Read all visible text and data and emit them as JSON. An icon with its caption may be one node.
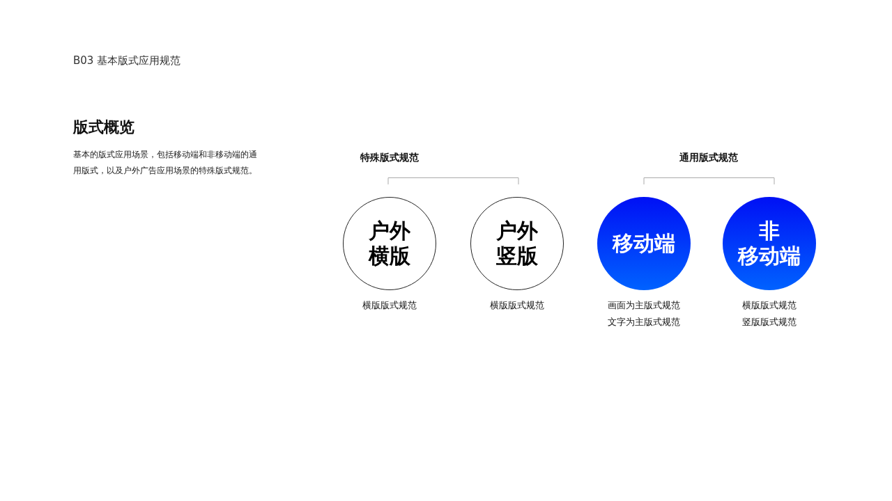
{
  "diagram": {
    "title": "版式概览",
    "nodes": [
      {
        "text": [
          "户外横版"
        ],
        "beside": [
          "横版版式规范"
        ]
      },
      {
        "text": [
          "户外竖版"
        ],
        "beside": [
          "横版版式规范"
        ]
      },
      {
        "text": [
          "移动端"
        ],
        "beside": [
          "画面为主版式规范",
          "文字为主版式规范"
        ]
      },
      {
        "text": [
          "非",
          "移动端"
        ],
        "beside": [
          "横版版式规范",
          "竖版版式规范"
        ]
      }
    ],
    "edges": [],
    "labels": [
      "B03 基本版式应用规范",
      "基本的版式应用场景，包括移动端和非移动端的通用版式，以及户外广告应用场景的特殊版式规范。",
      "特殊版式规范",
      "通用版式规范"
    ]
  }
}
